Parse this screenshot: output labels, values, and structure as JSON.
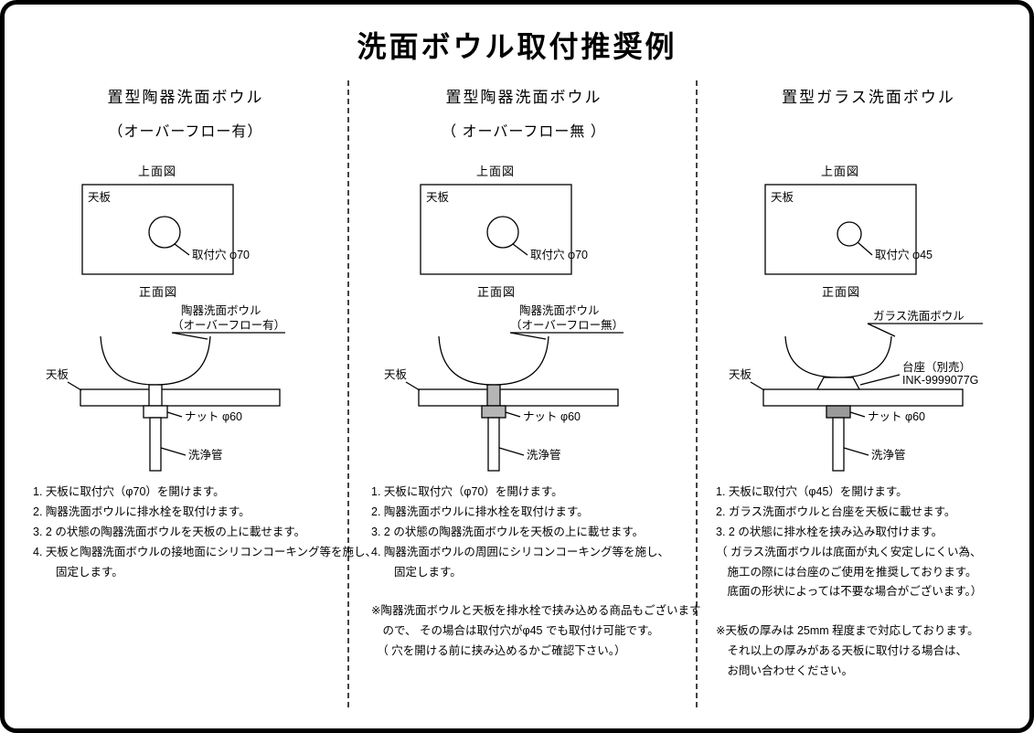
{
  "page": {
    "title": "洗面ボウル取付推奨例"
  },
  "columns": [
    {
      "heading": "置型陶器洗面ボウル",
      "subheading": "（オーバーフロー有）",
      "top_view": {
        "label": "上面図",
        "board": "天板",
        "hole": "取付穴 φ70"
      },
      "front_view": {
        "label": "正面図",
        "bowl_label_1": "陶器洗面ボウル",
        "bowl_label_2": "（オーバーフロー有）",
        "board": "天板",
        "nut": "ナット φ60",
        "pipe": "洗浄管"
      },
      "steps": [
        "1. 天板に取付穴（φ70）を開けます。",
        "2. 陶器洗面ボウルに排水栓を取付けます。",
        "3. 2 の状態の陶器洗面ボウルを天板の上に載せます。",
        "4. 天板と陶器洗面ボウルの接地面にシリコンコーキング等を施し、",
        "　　固定します。"
      ],
      "notes": []
    },
    {
      "heading": "置型陶器洗面ボウル",
      "subheading": "（ オーバーフロー無 ）",
      "top_view": {
        "label": "上面図",
        "board": "天板",
        "hole": "取付穴 φ70"
      },
      "front_view": {
        "label": "正面図",
        "bowl_label_1": "陶器洗面ボウル",
        "bowl_label_2": "（オーバーフロー無）",
        "board": "天板",
        "nut": "ナット φ60",
        "pipe": "洗浄管"
      },
      "steps": [
        "1. 天板に取付穴（φ70）を開けます。",
        "2. 陶器洗面ボウルに排水栓を取付けます。",
        "3. 2 の状態の陶器洗面ボウルを天板の上に載せます。",
        "4. 陶器洗面ボウルの周囲にシリコンコーキング等を施し、",
        "　　固定します。"
      ],
      "notes": [
        "※陶器洗面ボウルと天板を排水栓で挟み込める商品もございます",
        "　ので、 その場合は取付穴がφ45 でも取付け可能です。",
        "　（ 穴を開ける前に挟み込めるかご確認下さい。）"
      ]
    },
    {
      "heading": "置型ガラス洗面ボウル",
      "subheading": "",
      "top_view": {
        "label": "上面図",
        "board": "天板",
        "hole": "取付穴 φ45"
      },
      "front_view": {
        "label": "正面図",
        "bowl_label_1": "ガラス洗面ボウル",
        "pedestal_1": "台座（別売）",
        "pedestal_2": "INK-9999077G",
        "board": "天板",
        "nut": "ナット φ60",
        "pipe": "洗浄管"
      },
      "steps": [
        "1. 天板に取付穴（φ45）を開けます。",
        "2. ガラス洗面ボウルと台座を天板に載せます。",
        "3. 2 の状態に排水栓を挟み込み取付けます。",
        "（ ガラス洗面ボウルは底面が丸く安定しにくい為、",
        "　施工の際には台座のご使用を推奨しております。",
        "　底面の形状によっては不要な場合がございます。）"
      ],
      "notes": [
        "※天板の厚みは 25mm 程度まで対応しております。",
        "　それ以上の厚みがある天板に取付ける場合は、",
        "　お問い合わせください。"
      ]
    }
  ]
}
